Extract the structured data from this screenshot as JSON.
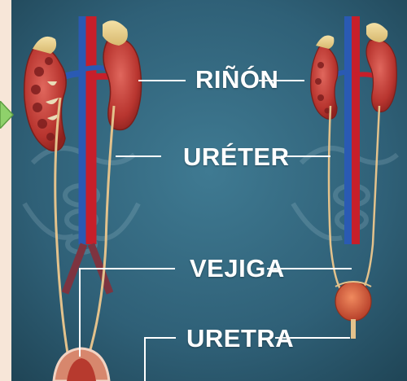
{
  "labels": {
    "kidney": "RIÑÓN",
    "ureter": "URÉTER",
    "bladder": "VEJIGA",
    "urethra": "URETRA"
  },
  "colors": {
    "background": "#2e5d73",
    "kidney": "#c9473f",
    "artery": "#c8202a",
    "vein": "#2456b0",
    "ureter": "#e6c38f",
    "bladder": "#d0553a",
    "text": "#ffffff",
    "nav_arrow": "#8fd16b"
  },
  "icons": {
    "nav": "next-arrow-icon"
  }
}
